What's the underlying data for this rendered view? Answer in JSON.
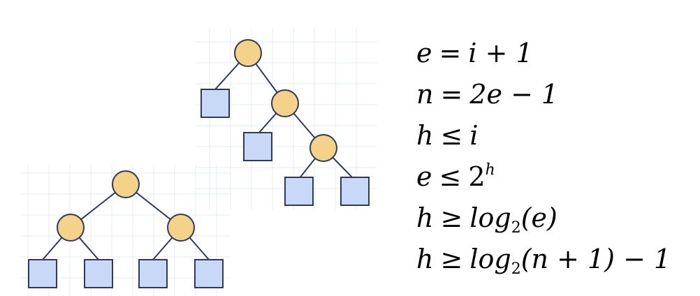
{
  "colors": {
    "internal_node_fill": "#f5d28a",
    "internal_node_stroke": "#2f3a5a",
    "leaf_fill": "#c7d9f7",
    "leaf_stroke": "#2f3a5a",
    "edge": "#2f3a5a",
    "grid": "#e4ebf3"
  },
  "diagrams": [
    {
      "name": "skewed-binary-tree",
      "internal_nodes": 3,
      "leaves": 4
    },
    {
      "name": "complete-binary-tree",
      "internal_nodes": 3,
      "leaves": 4
    }
  ],
  "formulas": [
    {
      "lhs": "e",
      "op": "=",
      "rhs": "i + 1"
    },
    {
      "lhs": "n",
      "op": "=",
      "rhs": "2e − 1"
    },
    {
      "lhs": "h",
      "op": "≤",
      "rhs": "i"
    },
    {
      "lhs": "e",
      "op": "≤",
      "rhs_base": "2",
      "rhs_sup": "h"
    },
    {
      "lhs": "h",
      "op": "≥",
      "rhs_func": "log",
      "rhs_sub": "2",
      "rhs_arg": "(e)"
    },
    {
      "lhs": "h",
      "op": "≥",
      "rhs_func": "log",
      "rhs_sub": "2",
      "rhs_arg": "(n + 1) − 1"
    }
  ]
}
